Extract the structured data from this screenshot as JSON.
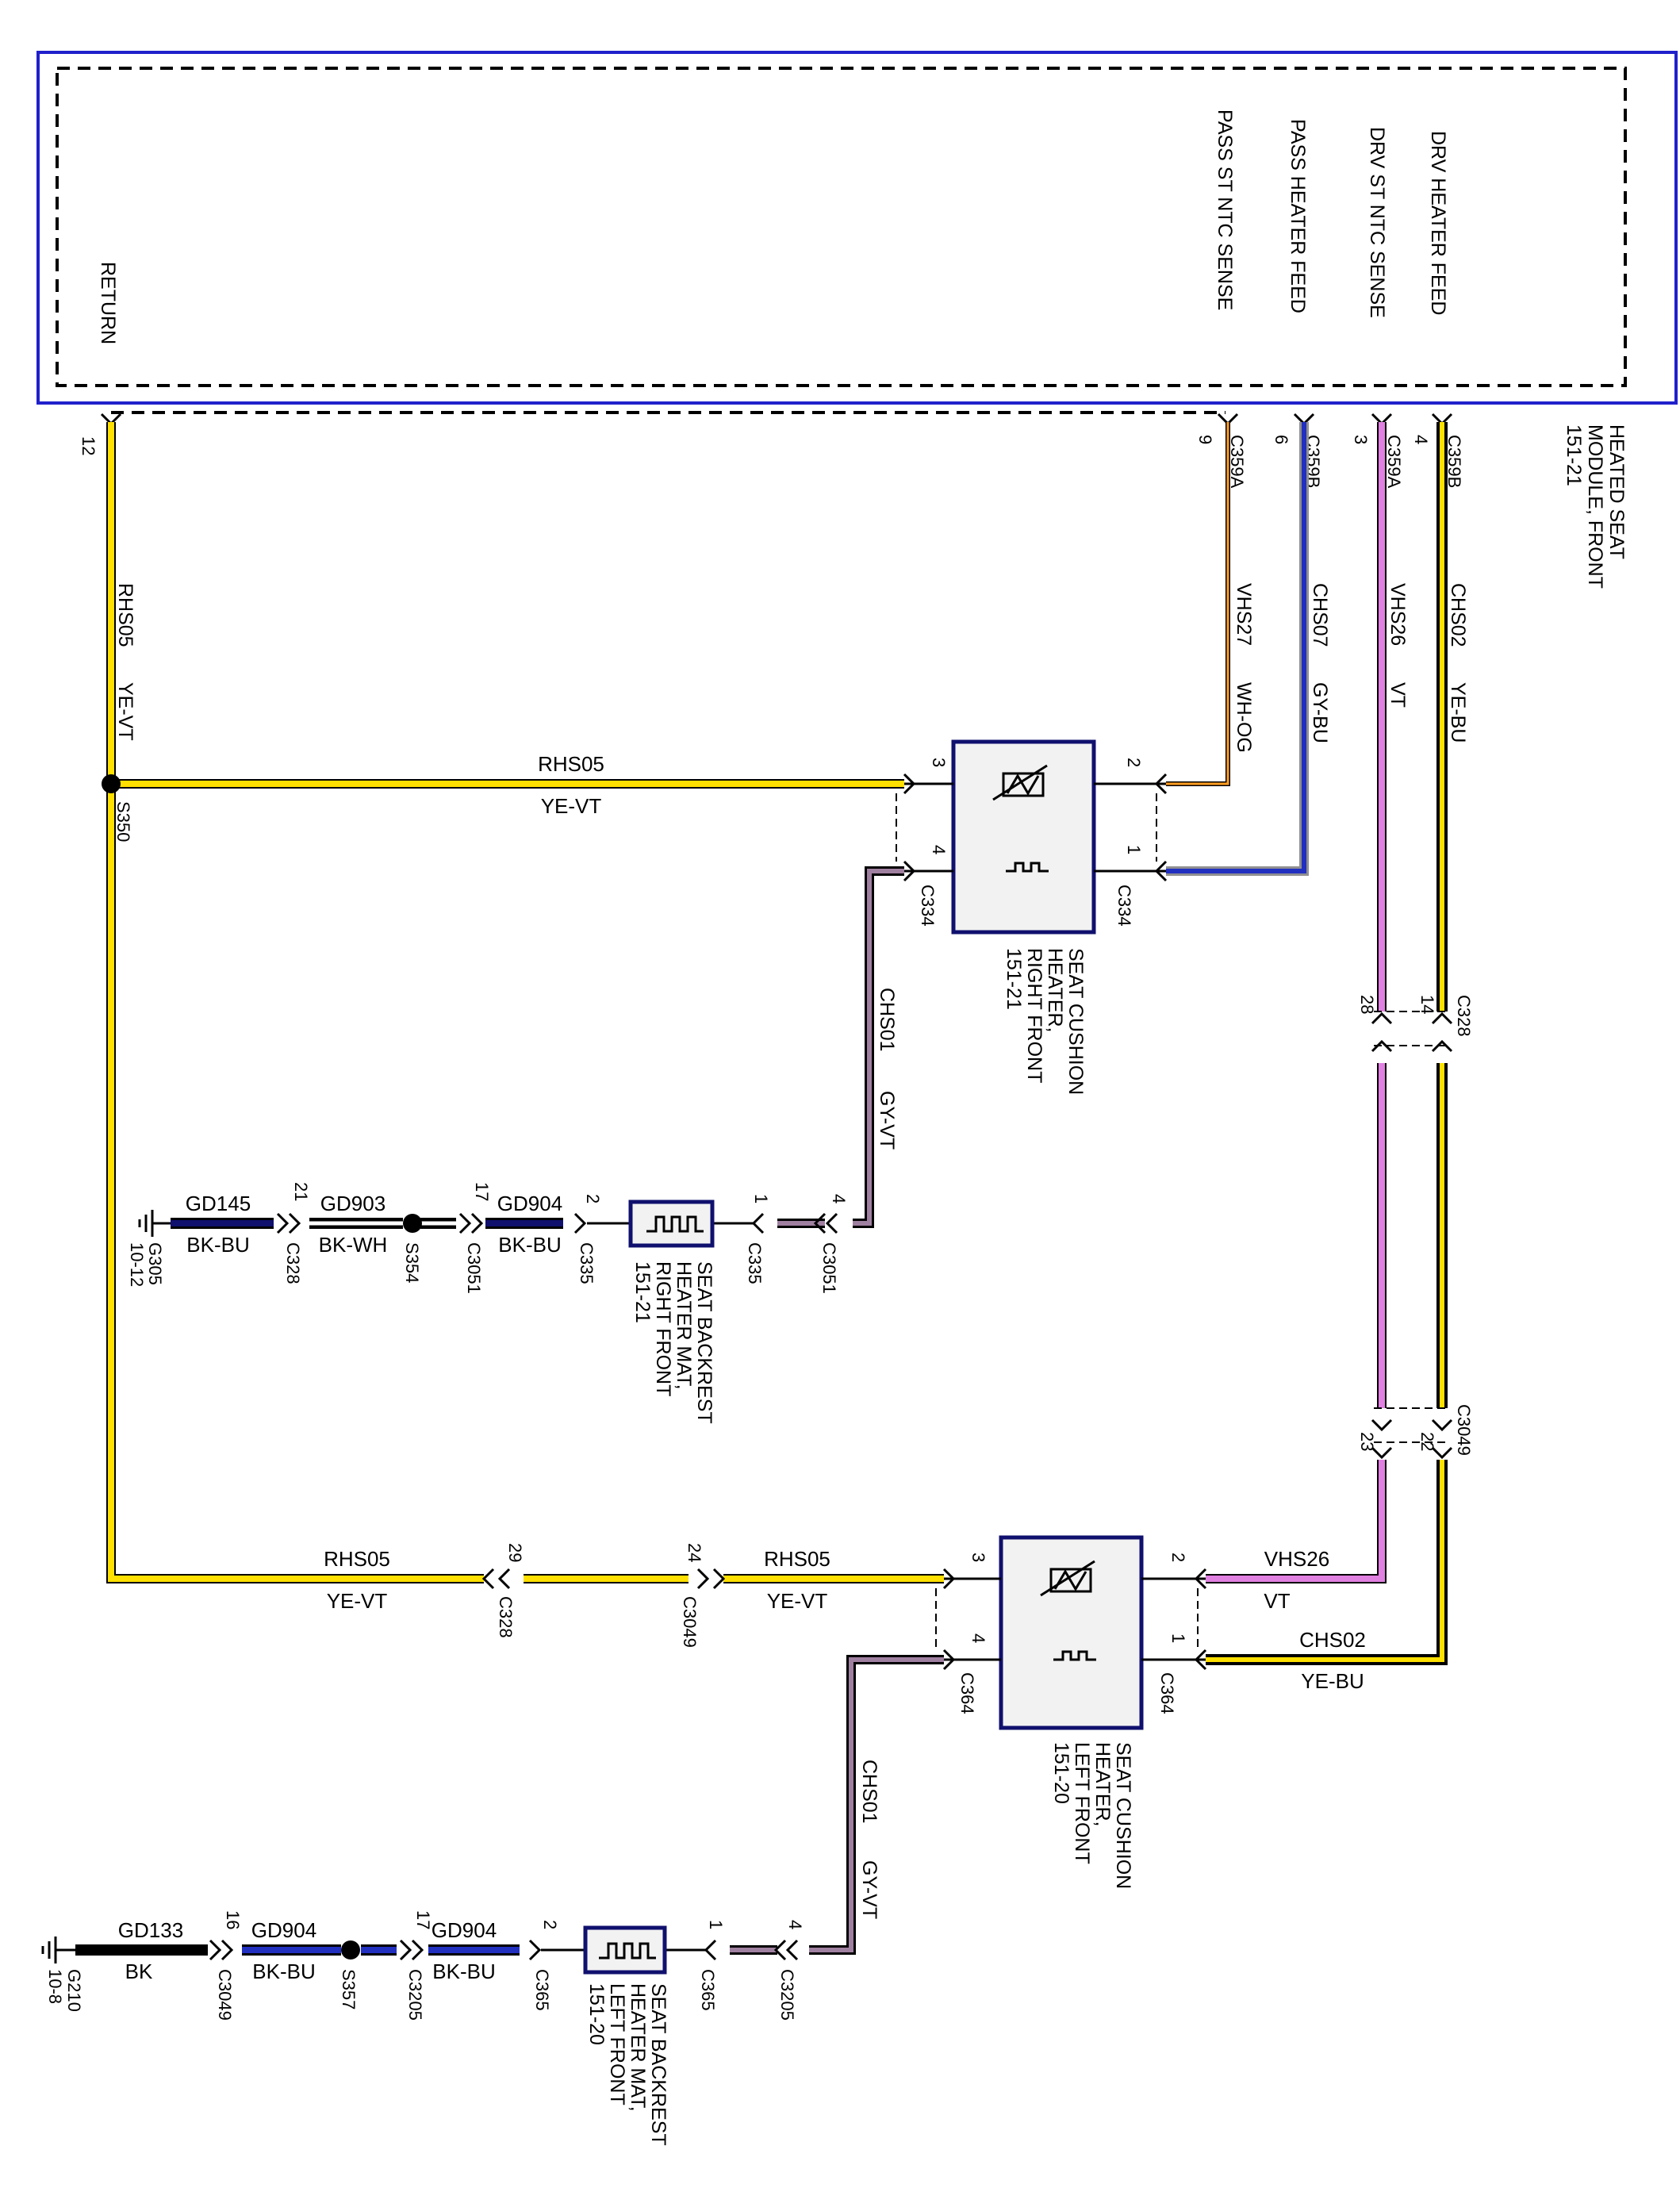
{
  "module": {
    "name_lines": [
      "HEATED SEAT",
      "MODULE, FRONT",
      "151-21"
    ],
    "pins": {
      "return": "RETURN",
      "pass_ntc": "PASS ST NTC SENSE",
      "pass_feed": "PASS HEATER FEED",
      "drv_ntc": "DRV ST NTC SENSE",
      "drv_feed": "DRV HEATER FEED"
    },
    "pin_numbers": {
      "return": "12",
      "pass_ntc": "9",
      "pass_feed": "6",
      "drv_ntc": "3",
      "drv_feed": "4"
    },
    "connectors": {
      "c359a": "C359A",
      "c359b": "C359B"
    }
  },
  "circuits": {
    "rhs05": "RHS05",
    "ye_vt": "YE-VT",
    "vhs27": "VHS27",
    "wh_og": "WH-OG",
    "chs07": "CHS07",
    "gy_bu": "GY-BU",
    "vhs26": "VHS26",
    "vt": "VT",
    "chs02": "CHS02",
    "ye_bu": "YE-BU",
    "chs01": "CHS01",
    "gy_vt": "GY-VT",
    "gd145": "GD145",
    "bk_bu": "BK-BU",
    "gd903": "GD903",
    "bk_wh": "BK-WH",
    "gd904": "GD904",
    "gd133": "GD133",
    "bk": "BK"
  },
  "splices": {
    "s350": "S350",
    "s354": "S354",
    "s357": "S357"
  },
  "grounds": {
    "g305": [
      "G305",
      "10-12"
    ],
    "g210": [
      "G210",
      "10-8"
    ]
  },
  "connectors": {
    "c334": "C334",
    "c335": "C335",
    "c3051": "C3051",
    "c328": "C328",
    "c3049": "C3049",
    "c364": "C364",
    "c365": "C365",
    "c3205": "C3205"
  },
  "components": {
    "cushion_rf": [
      "SEAT CUSHION",
      "HEATER,",
      "RIGHT FRONT",
      "151-21"
    ],
    "cushion_lf": [
      "SEAT CUSHION",
      "HEATER,",
      "LEFT FRONT",
      "151-20"
    ],
    "backrest_rf": [
      "SEAT BACKREST",
      "HEATER MAT,",
      "RIGHT FRONT",
      "151-21"
    ],
    "backrest_lf": [
      "SEAT BACKREST",
      "HEATER MAT,",
      "LEFT FRONT",
      "151-20"
    ]
  },
  "pins": {
    "p1": "1",
    "p2": "2",
    "p3": "3",
    "p4": "4",
    "p14": "14",
    "p16": "16",
    "p17": "17",
    "p21": "21",
    "p22": "22",
    "p23": "23",
    "p24": "24",
    "p28": "28",
    "p29": "29"
  },
  "colors": {
    "yellow": "#ffe000",
    "violet": "#e080e0",
    "blue": "#2230c0",
    "navy": "#10106e",
    "orange": "#ff9e20",
    "gray": "#909090",
    "frame": "#2020cc",
    "component_fill": "#f2f2f2"
  }
}
